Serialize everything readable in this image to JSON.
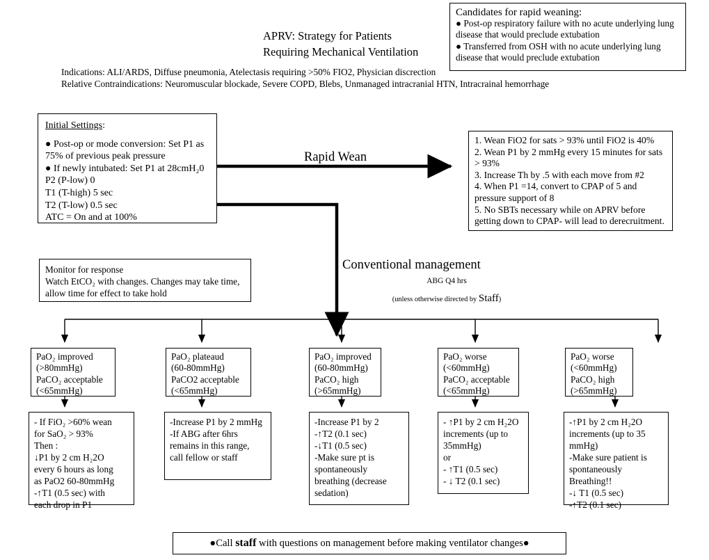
{
  "title": {
    "line1": "APRV:   Strategy for Patients",
    "line2": "Requiring Mechanical Ventilation"
  },
  "candidates": {
    "heading": "Candidates for rapid weaning:",
    "bullets": [
      "● Post-op respiratory failure with no acute underlying lung disease that would preclude extubation",
      "● Transferred from OSH with no acute underlying lung disease that would preclude extubation"
    ]
  },
  "indications": {
    "line1": "Indications: ALI/ARDS, Diffuse pneumonia, Atelectasis requiring >50% FIO2, Physician discrection",
    "line2": "Relative Contraindications: Neuromuscular blockade, Severe COPD, Blebs, Unmanaged intracranial HTN, Intracrainal hemorrhage"
  },
  "initial_settings": {
    "heading": "Initial Settings",
    "heading_colon": ":",
    "lines": [
      "● Post-op or mode conversion: Set P1 as 75% of previous peak pressure",
      "● If newly intubated:  Set P1 at 28cmH₂0",
      "P2 (P-low) 0",
      "T1 (T-high) 5 sec",
      "T2 (T-low) 0.5 sec",
      "ATC = On and at 100%"
    ]
  },
  "branch_labels": {
    "rapid_wean": "Rapid Wean",
    "conventional": "Conventional management",
    "conventional_sub1": "ABG Q4 hrs",
    "conventional_sub2_pre": "(unless otherwise directed by ",
    "conventional_sub2_staff": "Staff",
    "conventional_sub2_post": ")"
  },
  "rapid_wean_steps": [
    "1. Wean FiO2 for sats > 93% until FiO2 is 40%",
    "2.  Wean P1 by 2 mmHg every 15 minutes for sats > 93%",
    "3. Increase Th by .5 with each move from #2",
    "4.  When P1 =14, convert to CPAP of 5 and pressure support of 8",
    "5. No SBTs necessary while on APRV before getting down to CPAP- will lead to derecruitment."
  ],
  "monitor": {
    "line1": "Monitor for response",
    "line2": "Watch EtCO₂ with changes. Changes may take time,",
    "line3": " allow time for effect to take hold"
  },
  "conditions": [
    {
      "name": "pao2-improved-80",
      "lines": [
        "PaO₂ improved",
        " (>80mmHg)",
        "PaCO₂ acceptable",
        " (<65mmHg)"
      ]
    },
    {
      "name": "pao2-plateaud",
      "lines": [
        "PaO₂ plateaud",
        "(60-80mmHg)",
        "PaCO2 acceptable",
        "(<65mmHg)"
      ]
    },
    {
      "name": "pao2-improved-60-80",
      "lines": [
        "PaO₂ improved",
        " (60-80mmHg)",
        "PaCO₂ high",
        " (>65mmHg)"
      ]
    },
    {
      "name": "pao2-worse-acceptable",
      "lines": [
        "PaO₂ worse",
        " (<60mmHg)",
        "PaCO₂ acceptable",
        " (<65mmHg)"
      ]
    },
    {
      "name": "pao2-worse-high",
      "lines": [
        "PaO₂ worse",
        " (<60mmHg)",
        "PaCO₂ high",
        " (>65mmHg)"
      ]
    }
  ],
  "actions": [
    {
      "name": "action-wean-fio2",
      "lines": [
        "- If FiO₂ >60% wean",
        "for SaO₂ > 93%",
        "Then :",
        "↓P1 by 2 cm H₂2O",
        "every 6 hours as long",
        "as PaO2 60-80mmHg",
        "-↑T1 (0.5 sec) with",
        "each drop in P1"
      ]
    },
    {
      "name": "action-increase-p1-2",
      "lines": [
        "-Increase P1 by 2 mmHg",
        "-If ABG after 6hrs",
        "remains in this range,",
        "call fellow or staff"
      ]
    },
    {
      "name": "action-increase-p1-t2",
      "lines": [
        "-Increase P1 by 2",
        "-↑T2 (0.1 sec)",
        "-↓T1 (0.5 sec)",
        "-Make sure pt is",
        "spontaneously",
        "breathing (decrease",
        "sedation)"
      ]
    },
    {
      "name": "action-increase-p1-35",
      "lines": [
        "- ↑P1 by 2 cm H₂2O",
        "increments (up to",
        "35mmHg)",
        "or",
        "- ↑T1 (0.5 sec)",
        "- ↓ T2 (0.1 sec)"
      ]
    },
    {
      "name": "action-increase-p1-spont",
      "lines": [
        "-↑P1 by 2 cm H₂2O",
        "increments (up to 35",
        "mmHg)",
        "-Make sure patient is",
        "spontaneously",
        "Breathing!!",
        "-↓ T1 (0.5 sec)",
        "-↑T2 (0.1 sec)"
      ]
    }
  ],
  "footer": {
    "pre": "●Call ",
    "staff": "staff",
    "post": " with questions on management before making ventilator changes●"
  },
  "colors": {
    "ink": "#000000",
    "paper": "#ffffff"
  }
}
